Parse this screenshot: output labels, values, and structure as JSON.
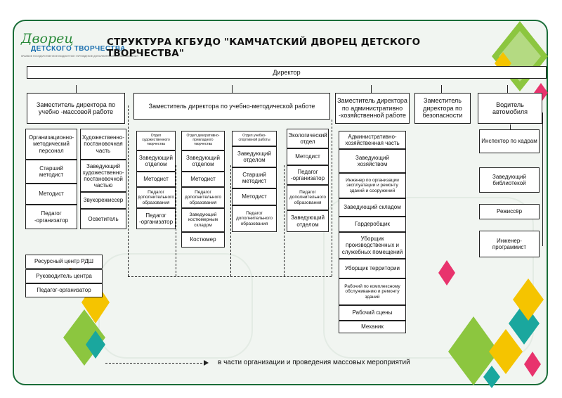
{
  "header": {
    "title": "СТРУКТУРА КГБУДО \"КАМЧАТСКИЙ ДВОРЕЦ ДЕТСКОГО ТВОРЧЕСТВА\"",
    "logo_main": "Дворец",
    "logo_sub": "ДЕТСКОГО ТВОРЧЕСТВА",
    "logo_tiny": "КРАЕВОЕ ГОСУДАРСТВЕННОЕ БЮДЖЕТНОЕ УЧРЕЖДЕНИЕ ДОПОЛНИТЕЛЬНОГО ОБРАЗОВАНИЯ"
  },
  "director": "Директор",
  "deputies": {
    "mass": "Заместитель директора по учебно -массовой работе",
    "method": "Заместитель директора по учебно-методической работе",
    "admin": "Заместитель директора по административно -хозяйственной работе",
    "security": "Заместитель директора по безопасности",
    "driver": "Водитель автомобиля"
  },
  "mass_col1": [
    "Организационно-методический персонал",
    "Старший методист",
    "Методист",
    "Педагог -организатор"
  ],
  "mass_col2": [
    "Художественно-постановочная часть",
    "Заведующий художественно-постановочной частью",
    "Звукорежиссер",
    "Осветитель"
  ],
  "method_col1": [
    "Отдел художественного творчества",
    "Заведующий отделом",
    "Методист",
    "Педагог дополнительного образования",
    "Педагог -организатор"
  ],
  "method_col2": [
    "Отдел декоративно-прикладного творчества",
    "Заведующий отделом",
    "Методист",
    "Педагог дополнительного образования",
    "Заведующий костюмерным складом",
    "Костюмер"
  ],
  "method_col3": [
    "Отдел учебно-спортивной работы",
    "Заведующий отделом",
    "Старший методист",
    "Методист",
    "Педагог дополнительного образования"
  ],
  "method_col4": [
    "Экологический отдел",
    "Методист",
    "Педагог -организатор",
    "Педагог дополнительного образования",
    "Заведующий отделом"
  ],
  "admin_col": [
    "Административно-хозяйственная часть",
    "Заведующий хозяйством",
    "Инженер по организации эксплуатации и ремонту зданий и сооружений",
    "Заведующий складом",
    "Гардеробщик",
    "Уборщик производственных и служебных помещений",
    "Уборщик территории",
    "Рабочий по комплексному обслуживанию и ремонту зданий",
    "Рабочий сцены",
    "Механик"
  ],
  "right_col": [
    "Инспектор по кадрам",
    "Заведующий библиотекой",
    "Режиссёр",
    "Инженер-программист"
  ],
  "rdsh": [
    "Ресурсный центр РДШ",
    "Руководитель центра",
    "Педагог-организатор"
  ],
  "legend": "в части организации и проведения массовых мероприятий",
  "colors": {
    "frame": "#1a6d38",
    "yellow": "#f5c400",
    "pink": "#e8336d",
    "teal": "#1aa79e",
    "green": "#8cc63f",
    "orange": "#f08a24"
  }
}
